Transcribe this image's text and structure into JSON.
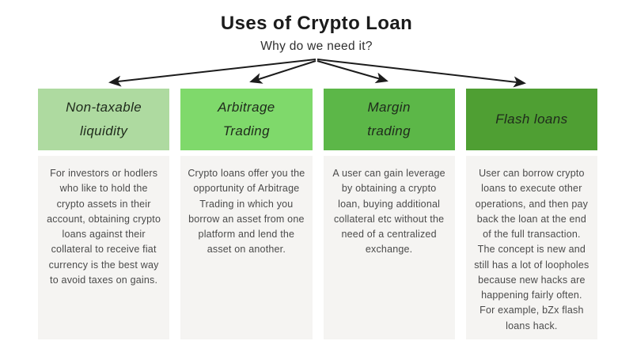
{
  "header": {
    "title": "Uses of Crypto Loan",
    "subtitle": "Why do we need it?"
  },
  "colors": {
    "background": "#ffffff",
    "panel_background": "#f5f4f2",
    "arrow": "#1c1c1c",
    "title_text": "#1b1b1b",
    "header_text": "#1f2a1c",
    "body_text": "#4a4a4a"
  },
  "columns": [
    {
      "header": "Non-taxable liquidity",
      "header_color": "#aedaa0",
      "body": "For investors or hodlers who like to hold the crypto assets in their account, obtaining crypto loans against their collateral to receive fiat currency is the best way to avoid taxes on gains."
    },
    {
      "header": "Arbitrage Trading",
      "header_color": "#7fd96b",
      "body": "Crypto loans offer you the opportunity of Arbitrage Trading in which you borrow an asset from one platform and lend the asset on another."
    },
    {
      "header": "Margin trading",
      "header_color": "#5cb748",
      "body": "A user can gain leverage by obtaining a crypto loan, buying additional collateral etc without the need of a centralized exchange."
    },
    {
      "header": "Flash loans",
      "header_color": "#4f9f33",
      "body": "User can borrow crypto loans to execute other operations, and then pay back the loan at the end of the full transaction. The concept is new and still has a lot of loopholes because new hacks are happening fairly often. For example, bZx flash loans hack."
    }
  ]
}
